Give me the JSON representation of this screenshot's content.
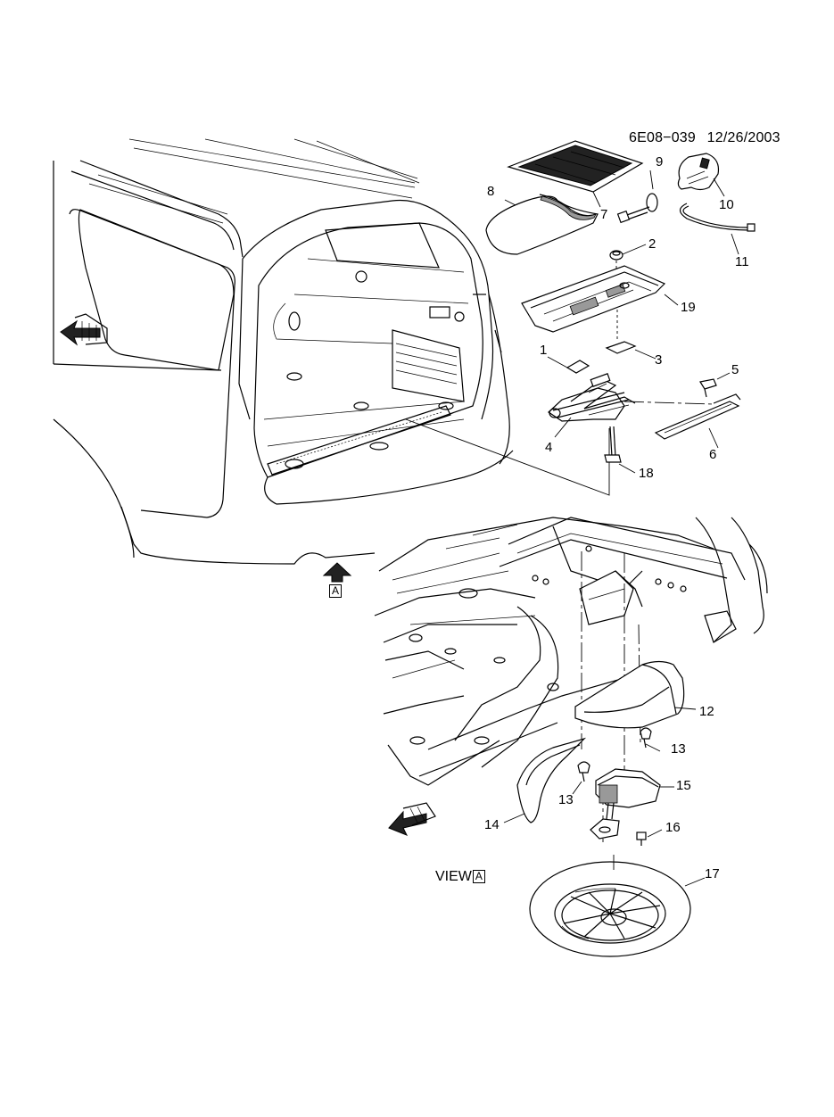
{
  "header": {
    "drawing_id": "6E08−039",
    "date": "12/26/2003"
  },
  "view": {
    "label": "VIEW",
    "ref": "A"
  },
  "arrow_ref": "A",
  "callouts": [
    "1",
    "2",
    "3",
    "4",
    "5",
    "6",
    "7",
    "8",
    "9",
    "10",
    "11",
    "12",
    "13",
    "13",
    "14",
    "15",
    "16",
    "17",
    "18",
    "19"
  ],
  "icons": [
    "front-direction-arrow-icon",
    "view-direction-arrow-icon",
    "view-a-arrow-icon"
  ]
}
